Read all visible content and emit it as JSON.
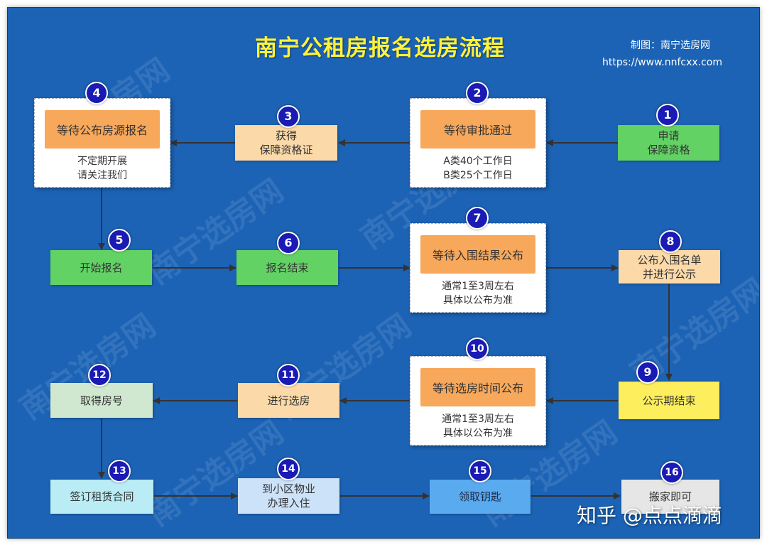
{
  "title": "南宁公租房报名选房流程",
  "credit": {
    "maker": "制图：南宁选房网",
    "url": "https://www.nnfcxx.com"
  },
  "watermark_text": "南宁选房网",
  "footer_watermark": "知乎 @点点滴滴",
  "colors": {
    "background": "#1c63b5",
    "title": "#fff23a",
    "badge": "#1a1ab4",
    "orange": "#f7a85b",
    "peach": "#fcd9a8",
    "green": "#62d264",
    "yellow": "#fcee5c",
    "sage": "#cfe8cf",
    "light_cyan": "#b9ecf4",
    "light_blue": "#cce2f8",
    "blue": "#5aaaf0",
    "gray": "#e6e6e6"
  },
  "steps": {
    "s1": {
      "num": "1",
      "line1": "申请",
      "line2": "保障资格"
    },
    "s2": {
      "num": "2",
      "label": "等待审批通过",
      "note1": "A类40个工作日",
      "note2": "B类25个工作日"
    },
    "s3": {
      "num": "3",
      "line1": "获得",
      "line2": "保障资格证"
    },
    "s4": {
      "num": "4",
      "label": "等待公布房源报名",
      "note1": "不定期开展",
      "note2": "请关注我们"
    },
    "s5": {
      "num": "5",
      "label": "开始报名"
    },
    "s6": {
      "num": "6",
      "label": "报名结束"
    },
    "s7": {
      "num": "7",
      "label": "等待入围结果公布",
      "note1": "通常1至3周左右",
      "note2": "具体以公布为准"
    },
    "s8": {
      "num": "8",
      "line1": "公布入围名单",
      "line2": "并进行公示"
    },
    "s9": {
      "num": "9",
      "label": "公示期结束"
    },
    "s10": {
      "num": "10",
      "label": "等待选房时间公布",
      "note1": "通常1至3周左右",
      "note2": "具体以公布为准"
    },
    "s11": {
      "num": "11",
      "label": "进行选房"
    },
    "s12": {
      "num": "12",
      "label": "取得房号"
    },
    "s13": {
      "num": "13",
      "label": "签订租赁合同"
    },
    "s14": {
      "num": "14",
      "line1": "到小区物业",
      "line2": "办理入住"
    },
    "s15": {
      "num": "15",
      "label": "领取钥匙"
    },
    "s16": {
      "num": "16",
      "label": "搬家即可"
    }
  }
}
